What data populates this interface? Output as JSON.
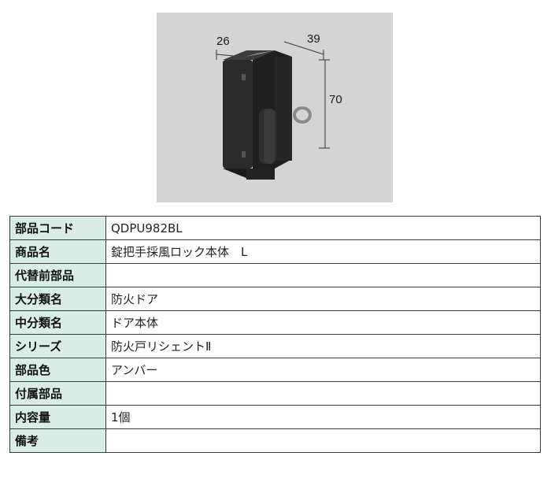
{
  "figure": {
    "dimensions": {
      "depth": "26",
      "width": "39",
      "height": "70"
    },
    "colors": {
      "background": "#d4d4d4",
      "product": "#2b2b2b"
    }
  },
  "spec_table": {
    "rows": [
      {
        "key": "部品コード",
        "value": "QDPU982BL"
      },
      {
        "key": "商品名",
        "value": "錠把手採風ロック本体　L"
      },
      {
        "key": "代替前部品",
        "value": ""
      },
      {
        "key": "大分類名",
        "value": "防火ドア"
      },
      {
        "key": "中分類名",
        "value": "ドア本体"
      },
      {
        "key": "シリーズ",
        "value": "防火戸リシェントⅡ"
      },
      {
        "key": "部品色",
        "value": "アンバー"
      },
      {
        "key": "付属部品",
        "value": ""
      },
      {
        "key": "内容量",
        "value": "1個"
      },
      {
        "key": "備考",
        "value": ""
      }
    ],
    "colors": {
      "header_cell": "#d8ede6",
      "border": "#3a3a3a"
    }
  }
}
